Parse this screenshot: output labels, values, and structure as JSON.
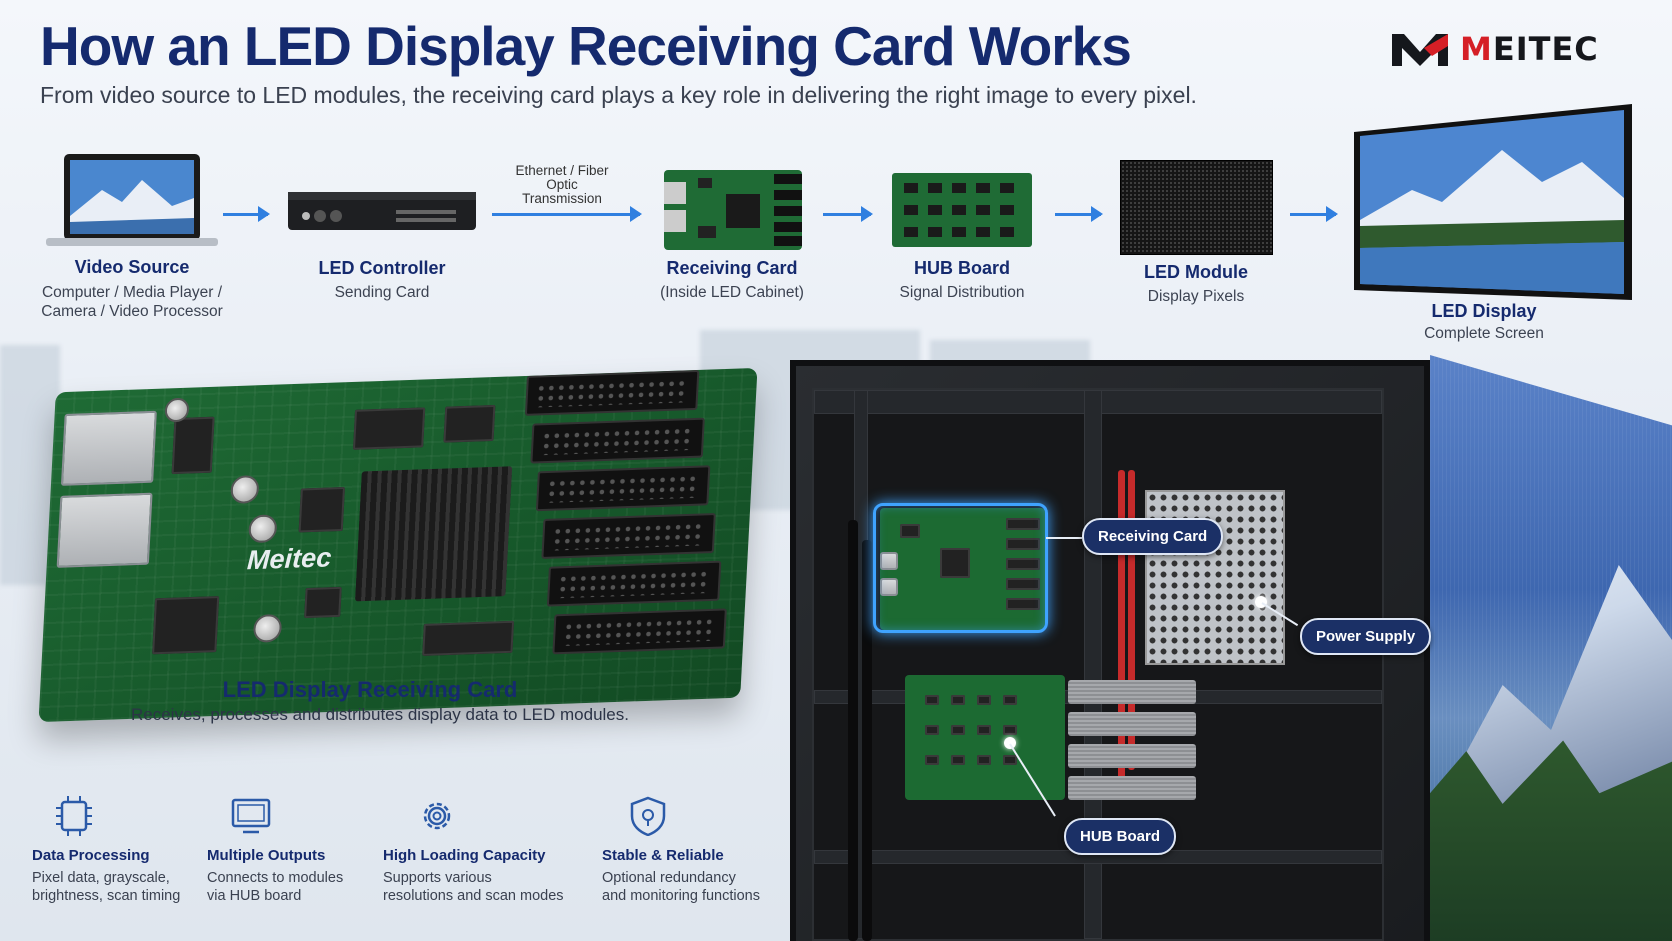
{
  "header": {
    "title": "How an LED Display Receiving Card Works",
    "subtitle": "From video source to LED modules, the receiving card plays a key role in delivering the right image to every pixel.",
    "logo_text": "MEITEC"
  },
  "flow": {
    "transmission_label": "Ethernet / Fiber Optic Transmission",
    "steps": [
      {
        "title": "Video Source",
        "desc_line1": "Computer / Media Player /",
        "desc_line2": "Camera / Video Processor"
      },
      {
        "title": "LED Controller",
        "desc_line1": "Sending Card"
      },
      {
        "title": "Receiving Card",
        "desc_line1": "(Inside LED Cabinet)"
      },
      {
        "title": "HUB Board",
        "desc_line1": "Signal Distribution"
      },
      {
        "title": "LED Module",
        "desc_line1": "Display Pixels"
      },
      {
        "title": "LED Display",
        "desc_line1": "Complete Screen"
      }
    ]
  },
  "product": {
    "board_brand": "Meitec",
    "title": "LED Display Receiving Card",
    "description": "Receives, processes and distributes display data to LED modules."
  },
  "features": [
    {
      "icon": "chip-icon",
      "title": "Data Processing",
      "line1": "Pixel data, grayscale,",
      "line2": "brightness, scan timing"
    },
    {
      "icon": "monitor-icon",
      "title": "Multiple Outputs",
      "line1": "Connects to modules",
      "line2": "via HUB board"
    },
    {
      "icon": "gear-icon",
      "title": "High Loading Capacity",
      "line1": "Supports various",
      "line2": "resolutions and scan modes"
    },
    {
      "icon": "shield-icon",
      "title": "Stable & Reliable",
      "line1": "Optional redundancy",
      "line2": "and monitoring functions"
    }
  ],
  "callouts": {
    "receiving_card": "Receiving Card",
    "power_supply": "Power Supply",
    "hub_board": "HUB Board"
  },
  "colors": {
    "title_navy": "#152a6e",
    "arrow_blue": "#2f7fe0",
    "brand_red": "#d51f26",
    "pcb_green": "#1f6b35",
    "callout_bg": "#1b3066"
  }
}
